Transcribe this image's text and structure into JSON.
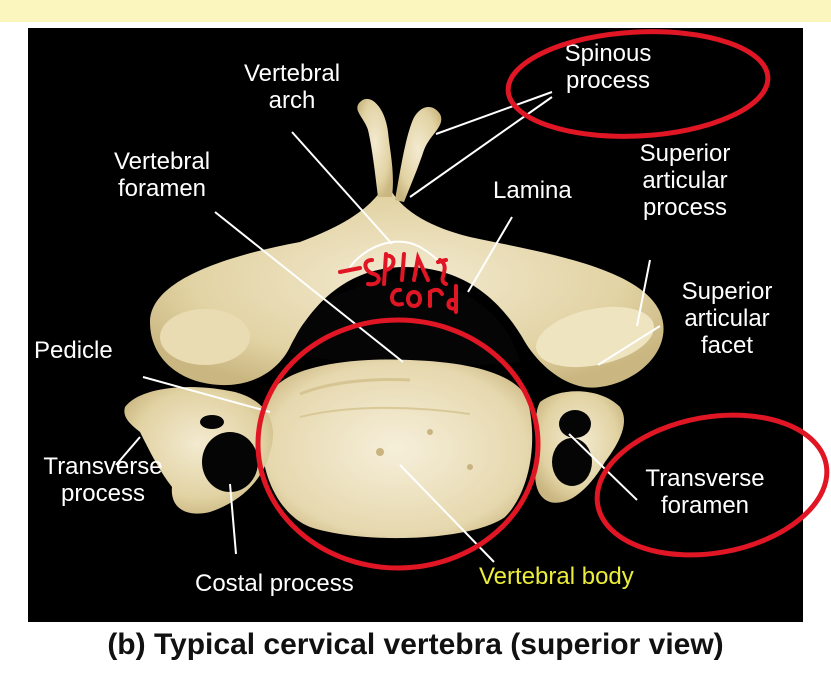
{
  "colors": {
    "background": "#000000",
    "bone": "#e8dcb0",
    "label": "#ffffff",
    "highlight_label": "#ecec3a",
    "annotation": "#e01624",
    "top_strip": "#fbf6bd"
  },
  "labels": {
    "spinous_process_1": "Spinous",
    "spinous_process_2": "process",
    "vertebral_arch_1": "Vertebral",
    "vertebral_arch_2": "arch",
    "vertebral_foramen_1": "Vertebral",
    "vertebral_foramen_2": "foramen",
    "lamina": "Lamina",
    "superior_articular_process_1": "Superior",
    "superior_articular_process_2": "articular",
    "superior_articular_process_3": "process",
    "superior_articular_facet_1": "Superior",
    "superior_articular_facet_2": "articular",
    "superior_articular_facet_3": "facet",
    "pedicle": "Pedicle",
    "transverse_process_1": "Transverse",
    "transverse_process_2": "process",
    "transverse_foramen_1": "Transverse",
    "transverse_foramen_2": "foramen",
    "costal_process": "Costal process",
    "vertebral_body": "Vertebral body"
  },
  "handwritten_note": "spinal cord",
  "caption": "(b) Typical cervical vertebra (superior view)"
}
